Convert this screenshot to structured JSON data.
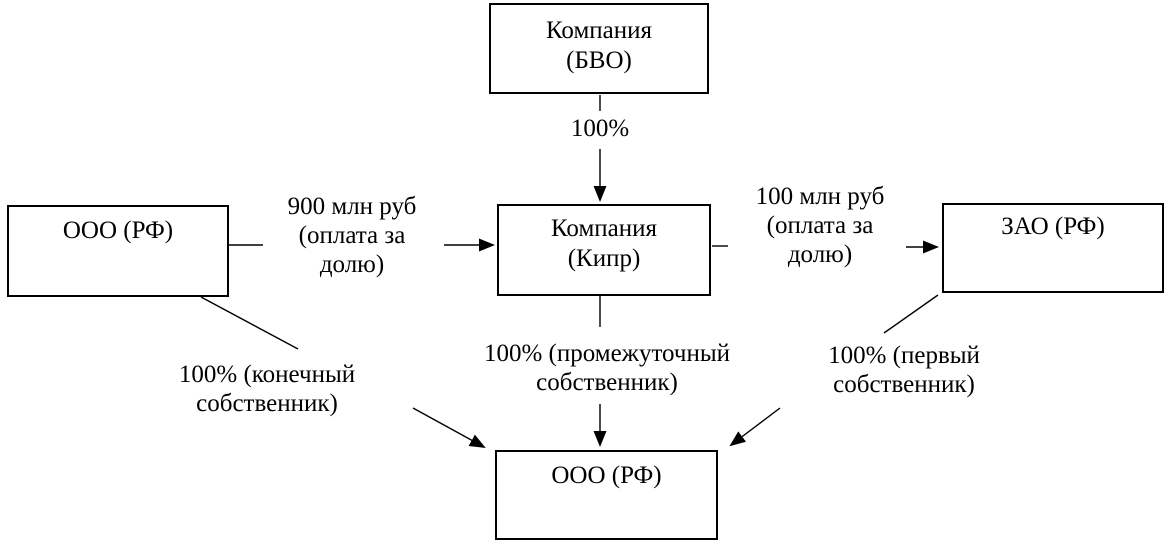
{
  "colors": {
    "background": "#ffffff",
    "stroke": "#000000",
    "text": "#000000"
  },
  "diagram": {
    "nodes": {
      "company_bvo": {
        "label": "Компания\n(БВО)"
      },
      "company_cyprus": {
        "label": "Компания\n(Кипр)"
      },
      "ooo_rf_left": {
        "label": "ООО (РФ)"
      },
      "zao_rf": {
        "label": "ЗАО (РФ)"
      },
      "ooo_rf_bottom": {
        "label": "ООО (РФ)"
      }
    },
    "edge_labels": {
      "bvo_to_cyprus_share": "100%",
      "ooo_payment_for_share": "900 млн руб\n(оплата за\nдолю)",
      "zao_payment_for_share": "100 млн руб\n(оплата за\nдолю)",
      "final_owner": "100% (конечный\nсобственник)",
      "intermediate_owner": "100% (промежуточный\nсобственник)",
      "first_owner": "100% (первый\nсобственник)"
    }
  }
}
